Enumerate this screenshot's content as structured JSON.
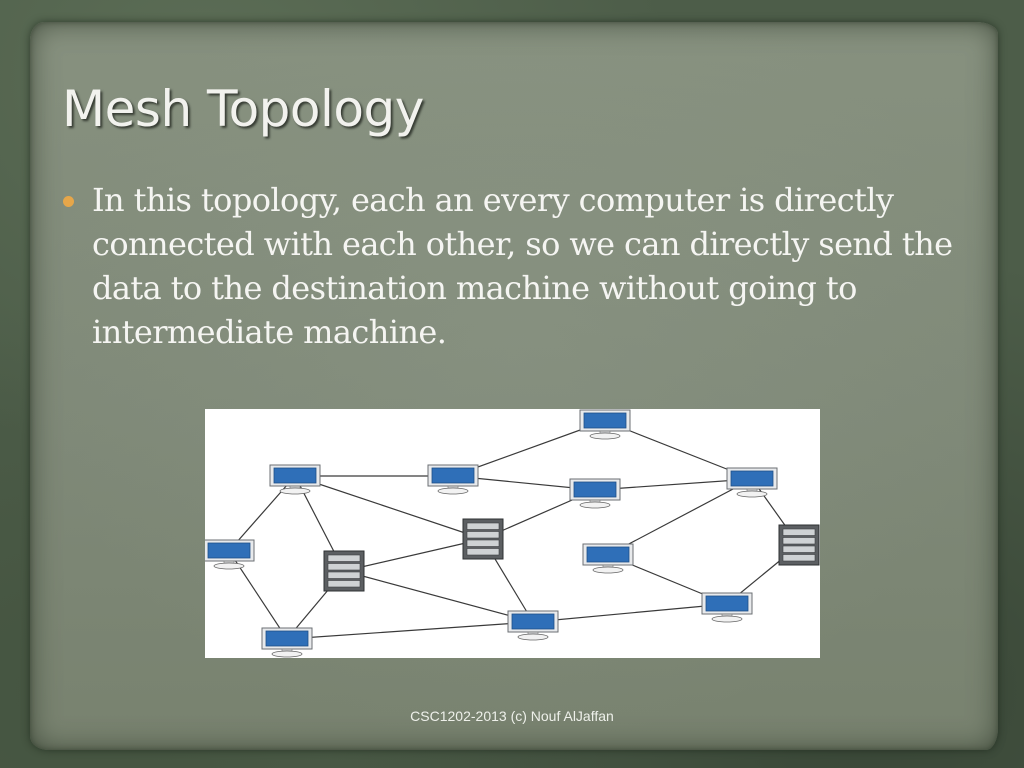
{
  "slide": {
    "title": "Mesh Topology",
    "bullets": [
      "In this topology, each an every computer is directly connected with each other, so we can directly send the data to the destination machine without going to intermediate machine."
    ],
    "footer": "CSC1202-2013 (c) Nouf AlJaffan"
  },
  "colors": {
    "bullet": "#e6a64a",
    "screen": "#2f6fb8",
    "panel": "#838d7b"
  },
  "diagram": {
    "nodes": [
      {
        "id": "pc-top",
        "kind": "computer"
      },
      {
        "id": "pc-upper-left",
        "kind": "computer"
      },
      {
        "id": "pc-upper-mid",
        "kind": "computer"
      },
      {
        "id": "pc-center",
        "kind": "computer"
      },
      {
        "id": "pc-upper-right",
        "kind": "computer"
      },
      {
        "id": "pc-left",
        "kind": "computer"
      },
      {
        "id": "pc-mid-right",
        "kind": "computer"
      },
      {
        "id": "pc-bottom-left",
        "kind": "computer"
      },
      {
        "id": "pc-bottom-center",
        "kind": "computer"
      },
      {
        "id": "pc-bottom-right",
        "kind": "computer"
      },
      {
        "id": "server-center",
        "kind": "server"
      },
      {
        "id": "server-left",
        "kind": "server"
      },
      {
        "id": "server-right",
        "kind": "server"
      }
    ],
    "links": [
      [
        "pc-top",
        "pc-upper-mid"
      ],
      [
        "pc-top",
        "pc-upper-right"
      ],
      [
        "pc-upper-left",
        "pc-upper-mid"
      ],
      [
        "pc-upper-left",
        "server-center"
      ],
      [
        "pc-upper-left",
        "pc-left"
      ],
      [
        "pc-upper-left",
        "server-left"
      ],
      [
        "pc-upper-mid",
        "pc-center"
      ],
      [
        "pc-center",
        "pc-upper-right"
      ],
      [
        "pc-center",
        "server-center"
      ],
      [
        "pc-upper-right",
        "pc-mid-right"
      ],
      [
        "pc-upper-right",
        "server-right"
      ],
      [
        "server-center",
        "server-left"
      ],
      [
        "server-center",
        "pc-bottom-center"
      ],
      [
        "server-left",
        "pc-bottom-left"
      ],
      [
        "server-left",
        "pc-bottom-center"
      ],
      [
        "pc-left",
        "pc-bottom-left"
      ],
      [
        "pc-bottom-left",
        "pc-bottom-center"
      ],
      [
        "pc-bottom-center",
        "pc-bottom-right"
      ],
      [
        "pc-mid-right",
        "pc-bottom-right"
      ],
      [
        "pc-bottom-right",
        "server-right"
      ]
    ]
  }
}
